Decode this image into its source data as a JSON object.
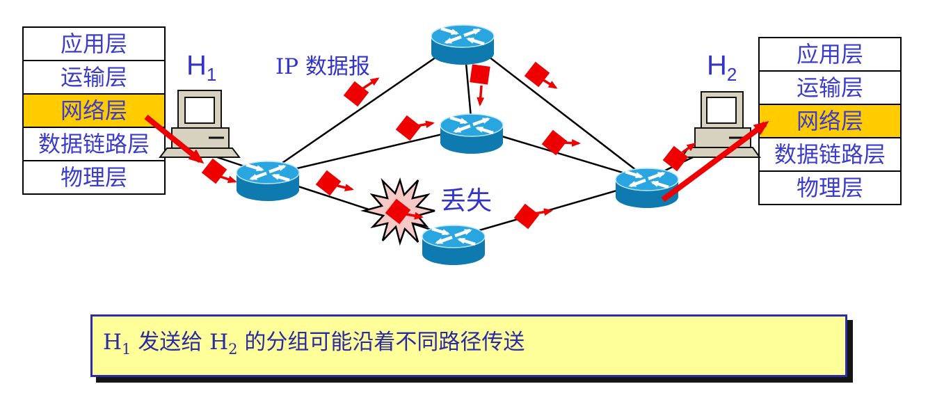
{
  "stacks": {
    "left": {
      "layers": [
        "应用层",
        "运输层",
        "网络层",
        "数据链路层",
        "物理层"
      ],
      "highlighted_layer": "网络层"
    },
    "right": {
      "layers": [
        "应用层",
        "运输层",
        "网络层",
        "数据链路层",
        "物理层"
      ],
      "highlighted_layer": "网络层"
    }
  },
  "labels": {
    "host1": {
      "base": "H",
      "sub": "1"
    },
    "host2": {
      "base": "H",
      "sub": "2"
    },
    "ip_datagram": "IP 数据报",
    "lost": "丢失"
  },
  "caption": {
    "h1": "H",
    "sub1": "1",
    "mid": " 发送给 H",
    "sub2": "2",
    "rest": " 的分组可能沿着不同路径传送"
  },
  "icons": {
    "router": "cisco-router-icon",
    "host": "desktop-computer-icon",
    "packet": "ip-packet-icon",
    "explosion": "packet-lost-burst-icon"
  },
  "colors": {
    "layer_text_blue": "#3c3ccc",
    "highlight_yellow": "#ffcc00",
    "packet_red": "#ee0000",
    "router_top_blue": "#29a5e0",
    "router_body_blue": "#0e7ab0",
    "caption_bg": "#ffff99",
    "caption_border": "#2d2da8",
    "explosion_pink": "#f7c9c6",
    "computer_beige": "#d6d2bf"
  }
}
